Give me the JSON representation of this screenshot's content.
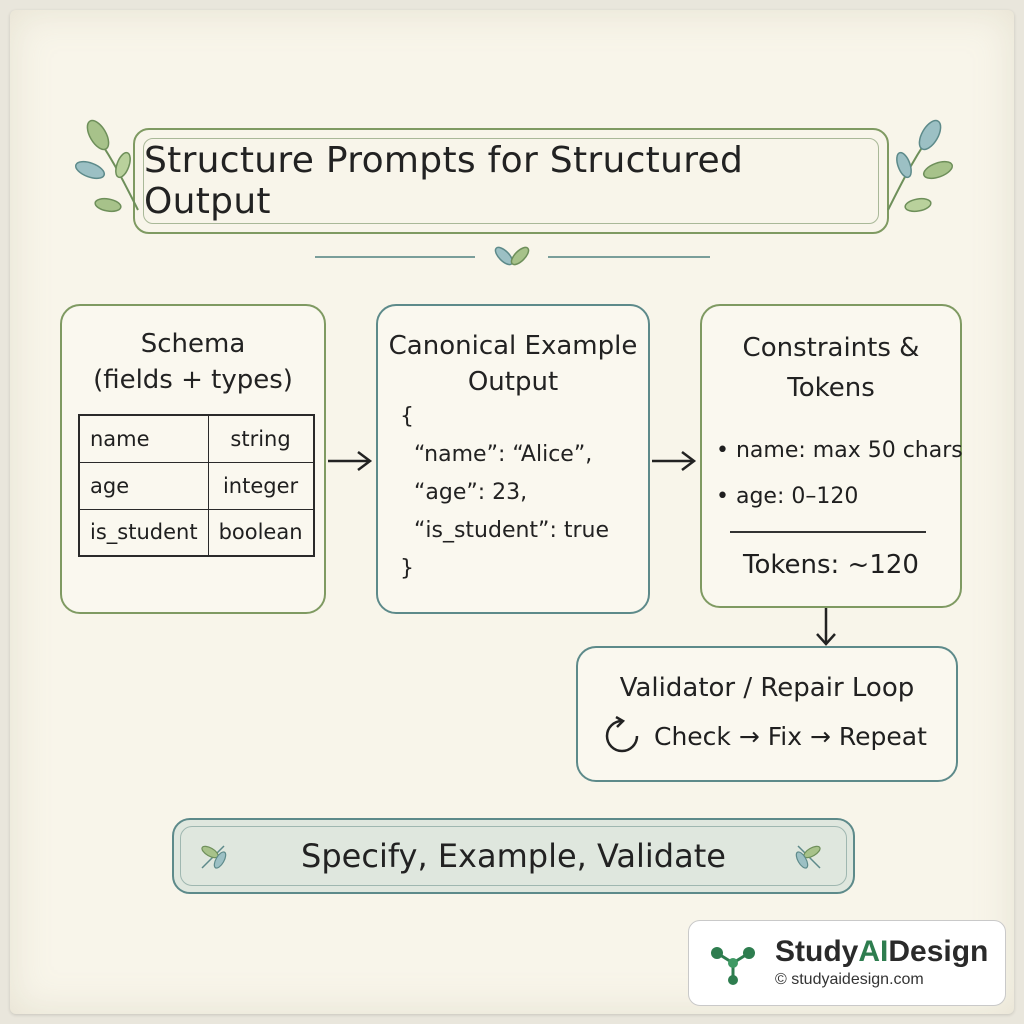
{
  "title": "Structure Prompts for Structured Output",
  "schema": {
    "title_line1": "Schema",
    "title_line2": "(fields + types)",
    "rows": [
      {
        "field": "name",
        "type": "string"
      },
      {
        "field": "age",
        "type": "integer"
      },
      {
        "field": "is_student",
        "type": "boolean"
      }
    ]
  },
  "example": {
    "title_line1": "Canonical Example",
    "title_line2": "Output",
    "code": "{\n  “name”: “Alice”,\n  “age”: 23,\n  “is_student”: true\n}"
  },
  "constraints": {
    "title_line1": "Constraints &",
    "title_line2": "Tokens",
    "bullets": [
      "name: max 50 chars",
      "age: 0–120"
    ],
    "tokens": "Tokens: ~120"
  },
  "validator": {
    "title": "Validator / Repair Loop",
    "loop": "Check → Fix → Repeat"
  },
  "summary": "Specify, Example, Validate",
  "brand": {
    "name_prefix": "Study",
    "name_ai": "AI",
    "name_suffix": "Design",
    "url": "© studyaidesign.com"
  },
  "colors": {
    "green_border": "#7f9a62",
    "teal_border": "#5d8a8a",
    "paper": "#f8f5ea",
    "summary_fill": "#dfe7de",
    "brand_accent": "#2e7d4f"
  }
}
